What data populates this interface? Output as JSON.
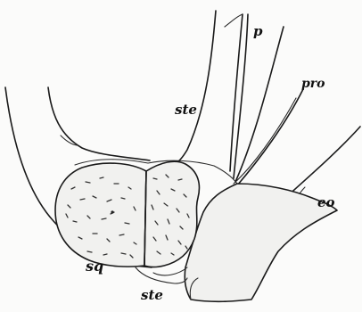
{
  "labels": {
    "p": "p",
    "pro": "pro",
    "ste_upper": "ste",
    "eo": "eo",
    "sq": "sq",
    "ste_lower": "ste"
  }
}
